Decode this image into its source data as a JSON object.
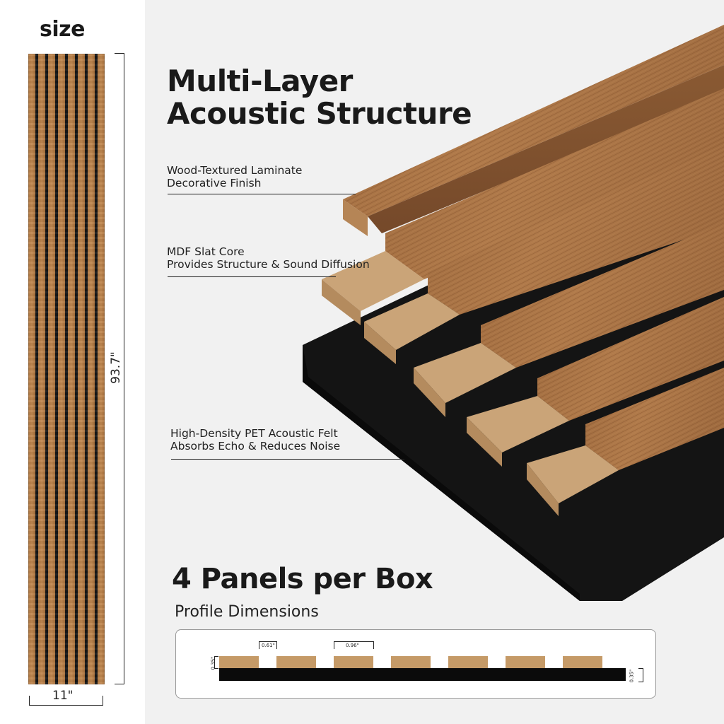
{
  "size_label": "size",
  "height_dim": "93.7\"",
  "width_dim": "11\"",
  "title_line1": "Multi-Layer",
  "title_line2": "Acoustic Structure",
  "callouts": {
    "laminate_line1": "Wood-Textured Laminate",
    "laminate_line2": "Decorative Finish",
    "mdf_line1": "MDF Slat Core",
    "mdf_line2": "Provides Structure & Sound Diffusion",
    "felt_line1": "High-Density PET Acoustic Felt",
    "felt_line2": "Absorbs Echo & Reduces Noise"
  },
  "box_title": "4 Panels per Box",
  "profile_title": "Profile Dimensions",
  "profile": {
    "slat_width": "0.61\"",
    "gap_width": "0.96\"",
    "slat_height": "0.35\"",
    "felt_height": "0.35\""
  },
  "colors": {
    "wood": "#b27a44",
    "mdf": "#c59a67",
    "felt": "#111111",
    "background": "#f1f1f1"
  }
}
